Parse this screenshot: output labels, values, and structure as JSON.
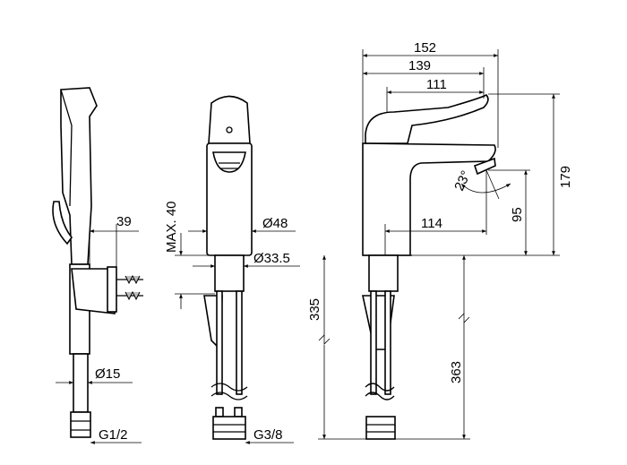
{
  "dimensions": {
    "width_total": "152",
    "width_139": "139",
    "width_111": "111",
    "height_total": "179",
    "angle": "23°",
    "spout_height": "95",
    "spout_reach": "114",
    "max_thickness": "MAX. 40",
    "base_diameter": "Ø48",
    "hole_diameter": "Ø33.5",
    "hose_length_335": "335",
    "hose_length_363": "363",
    "bracket_depth": "39",
    "hose_diameter": "Ø15",
    "thread_shower": "G1/2",
    "thread_faucet": "G3/8"
  },
  "colors": {
    "line": "#000000",
    "background": "#ffffff"
  }
}
